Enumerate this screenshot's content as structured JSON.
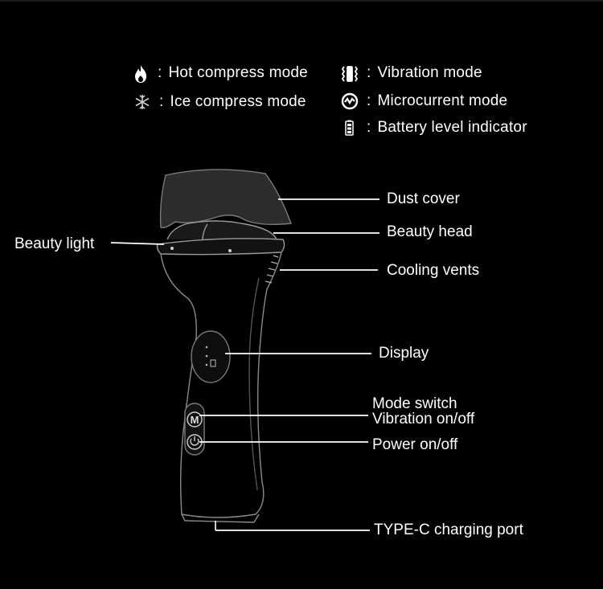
{
  "legend": {
    "hot": {
      "icon": "flame-icon",
      "text": "Hot compress mode"
    },
    "ice": {
      "icon": "snowflake-icon",
      "text": "Ice compress mode"
    },
    "vibration": {
      "icon": "vibration-icon",
      "text": "Vibration mode"
    },
    "microcurrent": {
      "icon": "microcurrent-icon",
      "text": "Microcurrent mode"
    },
    "battery": {
      "icon": "battery-icon",
      "text": "Battery level indicator"
    },
    "separator": ":"
  },
  "callouts": {
    "dust_cover": "Dust cover",
    "beauty_head": "Beauty head",
    "beauty_light": "Beauty light",
    "cooling_vents": "Cooling vents",
    "display": "Display",
    "mode_switch": "Mode switch",
    "vibration_onoff": "Vibration on/off",
    "power_onoff": "Power on/off",
    "typec": "TYPE-C charging port"
  },
  "button_glyphs": {
    "mode": "M"
  },
  "colors": {
    "background": "#000000",
    "line": "#ffffff",
    "outline": "#9a9a9a",
    "text": "#ffffff"
  }
}
